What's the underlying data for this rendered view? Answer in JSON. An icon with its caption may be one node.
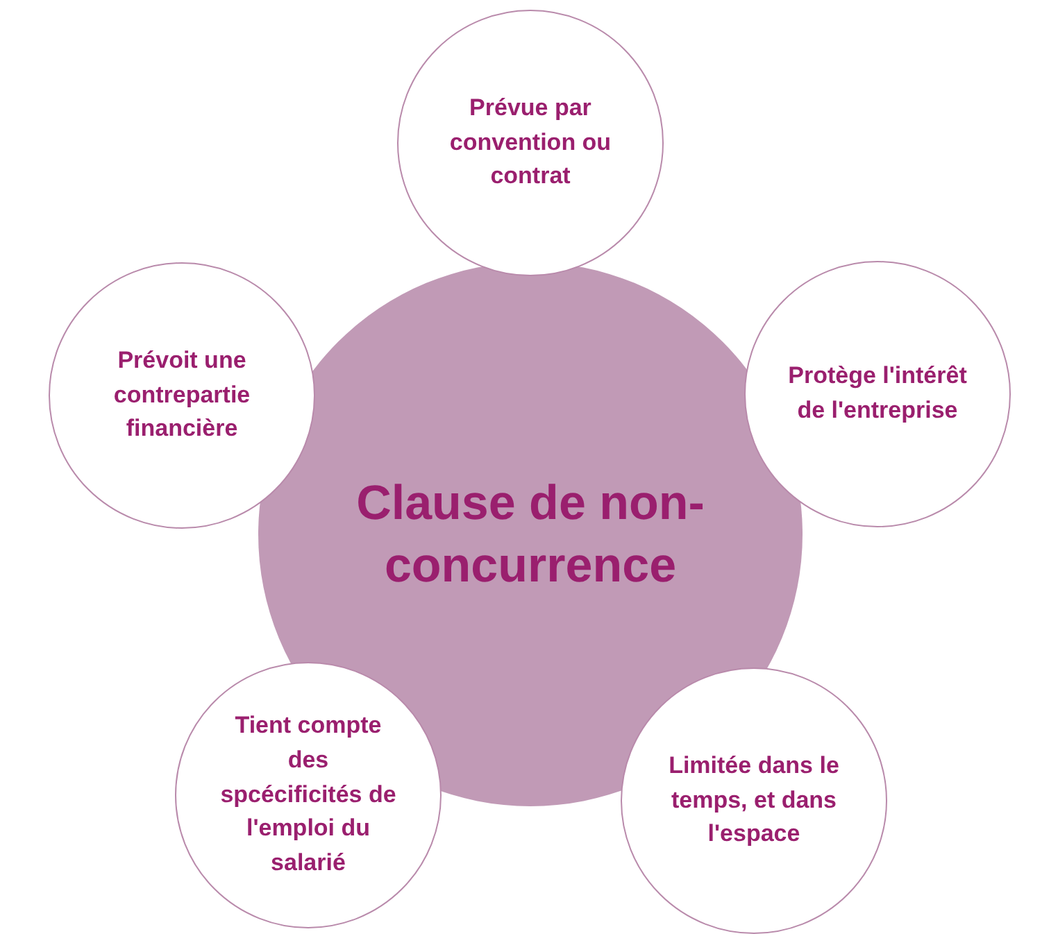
{
  "diagram": {
    "nodes": [
      {
        "text": [
          "Clause de non-concurrence"
        ]
      },
      {
        "text": [
          "Prévue par convention ou contrat"
        ]
      },
      {
        "text": [
          "Prévoit une contrepartie financière"
        ]
      },
      {
        "text": [
          "Protège l'intérêt de l'entreprise"
        ]
      },
      {
        "text": [
          "Tient compte des spcécificités de l'emploi du salarié"
        ]
      },
      {
        "text": [
          "Limitée dans le temps, et dans l'espace"
        ]
      }
    ]
  }
}
